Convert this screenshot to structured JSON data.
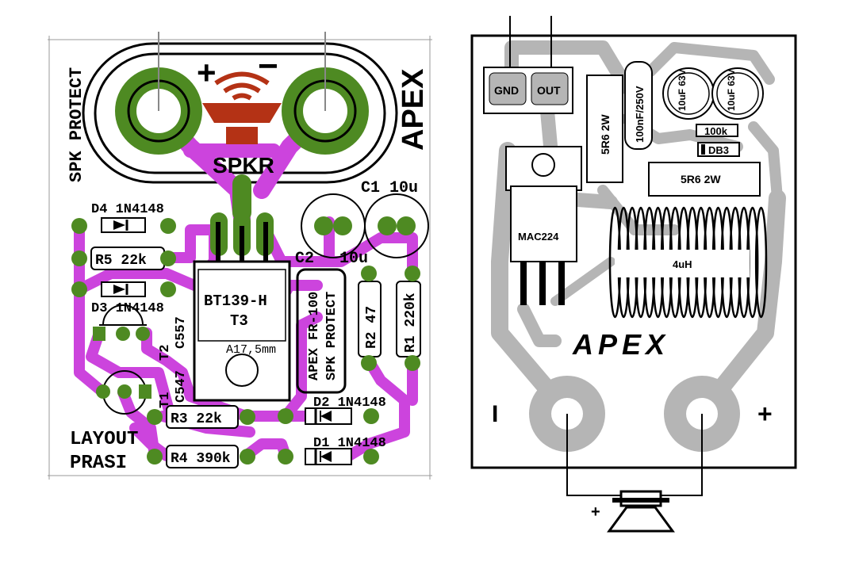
{
  "left_board": {
    "side_label": "SPK PROTECT",
    "brand_vertical": "APEX",
    "plus": "+",
    "minus": "−",
    "speaker_label": "SPKR",
    "c1_label": "C1 10u",
    "c2_label": "C2",
    "c2_value": "10u",
    "d4_label": "D4 1N4148",
    "r5_label": "R5 22k",
    "d3_label": "D3 1N4148",
    "t2_label": "T2",
    "t2_part": "C557",
    "t1_label": "T1",
    "t1_part": "C547",
    "triac_label": "BT139-H",
    "triac_ref": "T3",
    "hole_label": "A17,5mm",
    "module_label_1": "APEX FR-100",
    "module_label_2": "SPK PROTECT",
    "r2_label": "R2 47",
    "r1_label": "R1 220k",
    "d2_label": "D2 1N4148",
    "d1_label": "D1 1N4148",
    "r3_label": "R3 22k",
    "r4_label": "R4 390k",
    "layout_line1": "LAYOUT",
    "layout_line2": "PRASI",
    "colors": {
      "trace": "#cc44dd",
      "pad": "#4e8a22",
      "outline": "#000000"
    }
  },
  "right_board": {
    "gnd": "GND",
    "out": "OUT",
    "cap_film": "100nF/250V",
    "res1": "5R6 2W",
    "cap1": "10uF 63V",
    "cap2": "10uF 63V",
    "res_100k": "100k",
    "diac": "DB3",
    "res2": "5R6 2W",
    "triac": "MAC224",
    "inductor": "4uH",
    "brand": "APEX",
    "minus_sign": "I",
    "plus_sign": "+",
    "spk_plus": "+",
    "colors": {
      "trace": "#b5b5b5",
      "outline": "#000000"
    }
  }
}
